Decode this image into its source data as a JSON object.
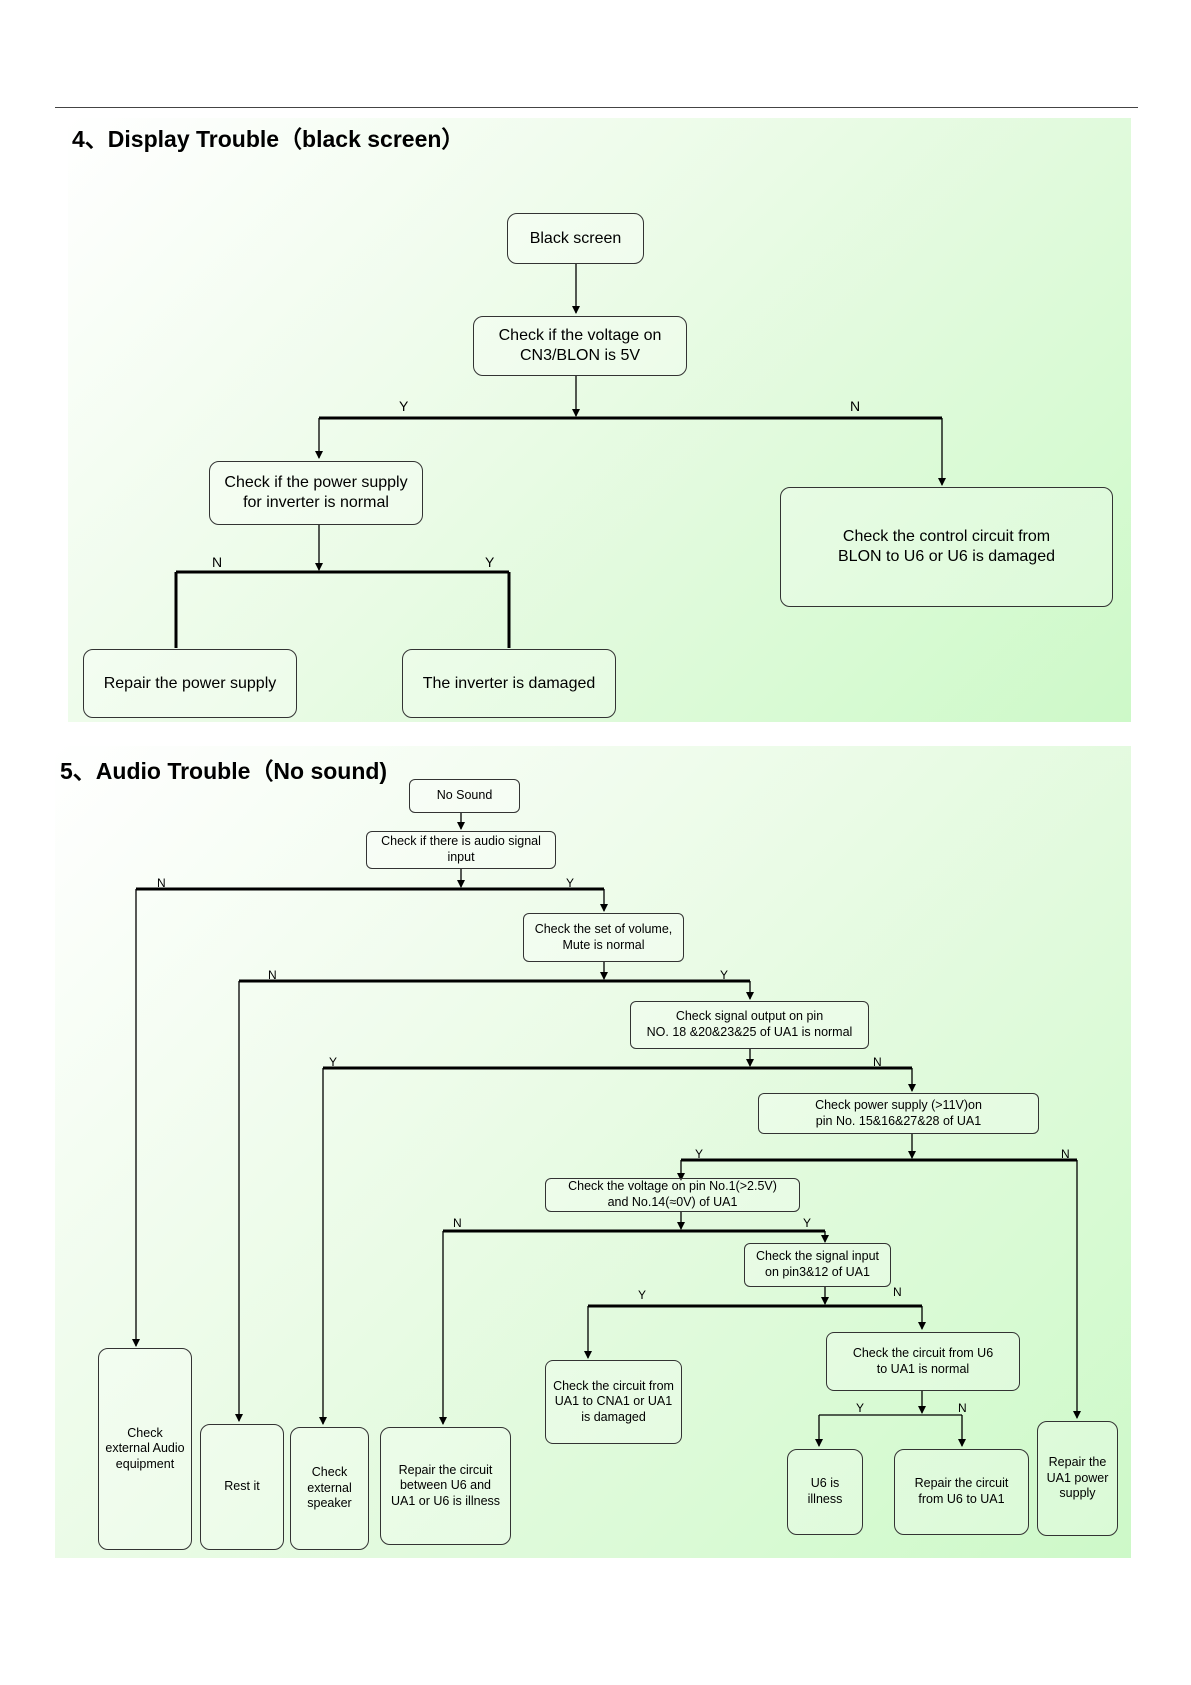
{
  "section4": {
    "heading": "4、Display Trouble（black screen）",
    "nodes": {
      "black_screen": "Black screen",
      "check_voltage": "Check if  the voltage on\nCN3/BLON is 5V",
      "check_power": "Check if the power supply\nfor inverter is normal",
      "check_control": "Check the control circuit from\nBLON to U6 or U6 is damaged",
      "repair_power": "Repair the power supply",
      "inverter_damaged": "The inverter is damaged"
    },
    "labels": {
      "y1": "Y",
      "n1": "N",
      "n2": "N",
      "y2": "Y"
    }
  },
  "section5": {
    "heading": "5、Audio Trouble（No sound)",
    "nodes": {
      "no_sound": "No Sound",
      "check_audio_input": "Check if there is audio signal\ninput",
      "check_volume": "Check the set of volume,\nMute is normal",
      "check_signal_output": "Check signal output on pin\nNO. 18 &20&23&25 of UA1 is normal",
      "check_power_supply": "Check power supply (>11V)on\npin No. 15&16&27&28  of UA1",
      "check_voltage_pin": "Check the voltage on pin No.1(>2.5V)\nand No.14(≈0V) of UA1",
      "check_signal_input": "Check the signal input\non pin3&12 of UA1",
      "check_circuit_u6_ua1": "Check the circuit from U6\nto UA1 is normal",
      "check_circuit_ua1_cna1": "Check the circuit from\nUA1 to CNA1 or UA1\nis damaged",
      "check_external_audio": "Check\nexternal  Audio\nequipment",
      "rest_it": "Rest it",
      "check_external_speaker": "Check\nexternal\nspeaker",
      "repair_between": "Repair the circuit\nbetween U6 and\nUA1  or U6 is illness",
      "u6_illness": "U6 is illness",
      "repair_u6_ua1": "Repair the circuit\nfrom  U6 to UA1",
      "repair_ua1_power": "Repair  the\nUA1  power\nsupply"
    },
    "labels": {
      "n_a": "N",
      "y_a": "Y",
      "n_b": "N",
      "y_b": "Y",
      "y_c": "Y",
      "n_c": "N",
      "y_d": "Y",
      "n_d": "N",
      "n_e": "N",
      "y_e": "Y",
      "y_f": "Y",
      "n_f": "N",
      "y_g": "Y",
      "n_g": "N"
    }
  }
}
